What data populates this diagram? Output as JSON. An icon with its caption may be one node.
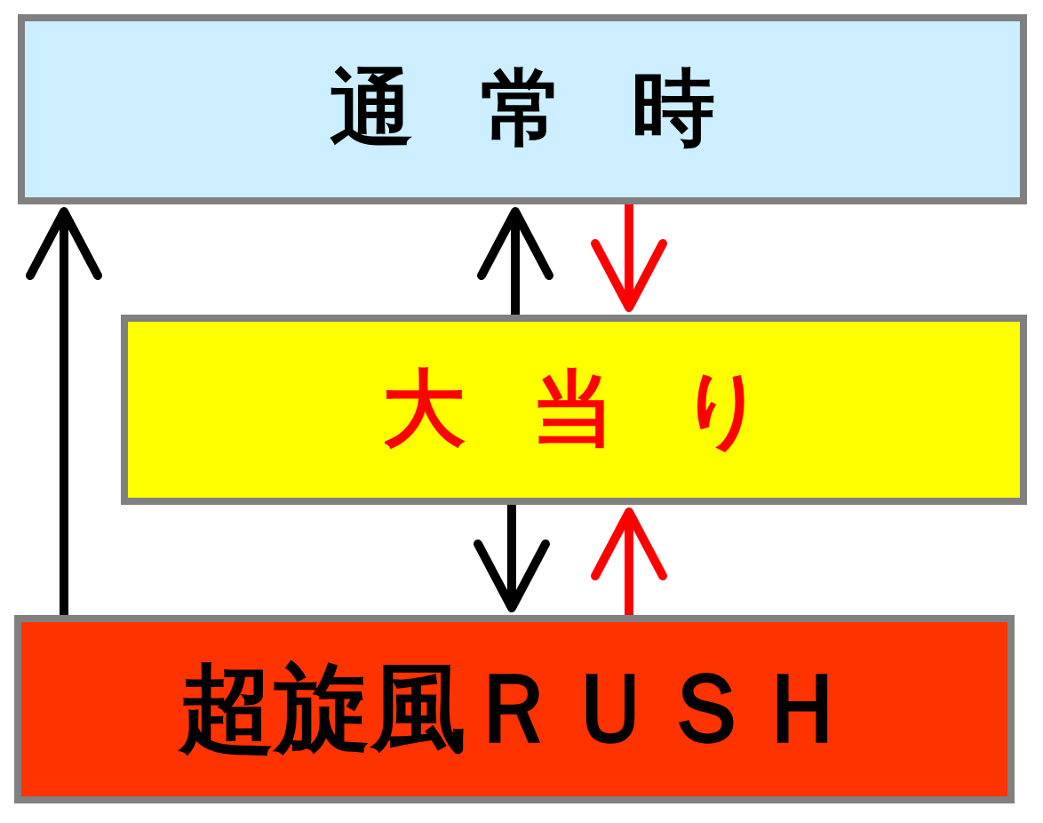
{
  "diagram": {
    "nodes": [
      {
        "text": [
          "通常時"
        ]
      },
      {
        "text": [
          "大当り"
        ]
      },
      {
        "text": [
          "超旋風ＲＵＳＨ"
        ]
      }
    ],
    "edges": [
      {
        "from": 2,
        "to": 0,
        "arrow": "to"
      },
      {
        "from": 1,
        "to": 0,
        "arrow": "to"
      },
      {
        "from": 0,
        "to": 1,
        "arrow": "to",
        "color": "#ff0000"
      },
      {
        "from": 1,
        "to": 2,
        "arrow": "to"
      },
      {
        "from": 2,
        "to": 1,
        "arrow": "to",
        "color": "#ff0000"
      }
    ]
  }
}
